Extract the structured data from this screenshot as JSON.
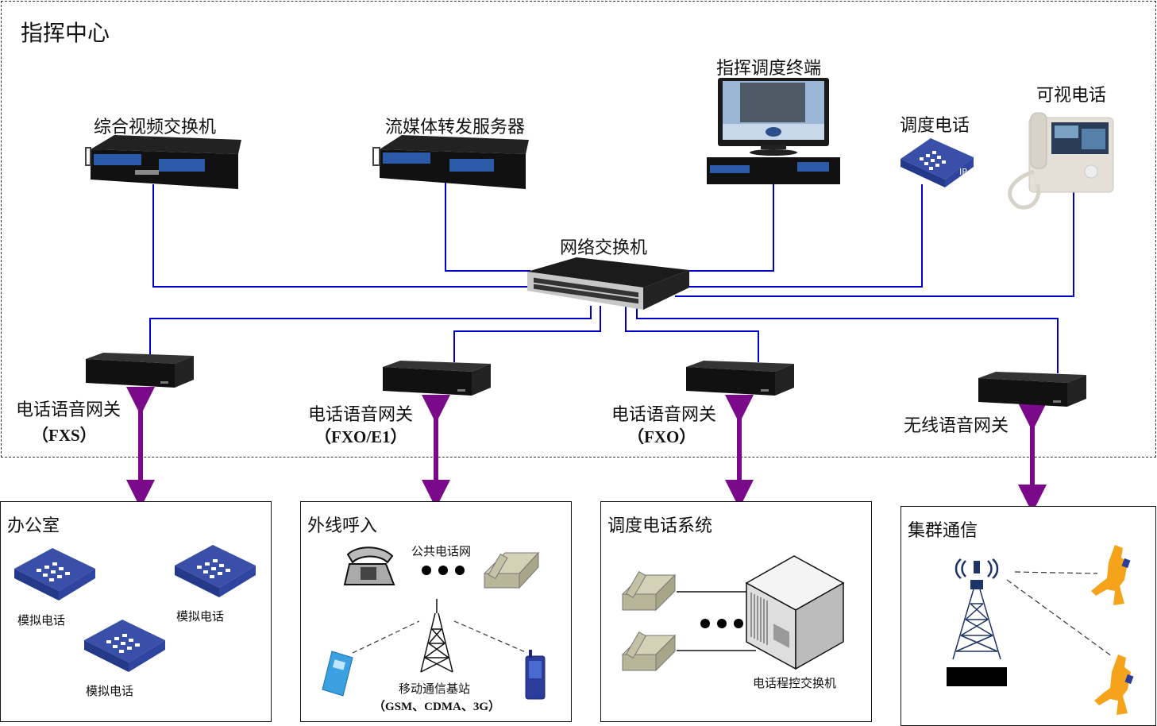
{
  "command_center": {
    "title": "指挥中心",
    "devices": {
      "video_switch": "综合视频交换机",
      "media_server": "流媒体转发服务器",
      "dispatch_terminal": "指挥调度终端",
      "dispatch_phone": "调度电话",
      "video_phone": "可视电话",
      "network_switch": "网络交换机"
    },
    "dispatch_phone_badge": "IP",
    "gateways": [
      {
        "name": "电话语音网关",
        "type": "（FXS）"
      },
      {
        "name": "电话语音网关",
        "type": "（FXO/E1）"
      },
      {
        "name": "电话语音网关",
        "type": "（FXO）"
      },
      {
        "name": "无线语音网关",
        "type": ""
      }
    ]
  },
  "zones": {
    "office": {
      "title": "办公室",
      "phones": [
        "模拟电话",
        "模拟电话",
        "模拟电话"
      ]
    },
    "external": {
      "title": "外线呼入",
      "pstn_label": "公共电话网",
      "base_station_label": "移动通信基站",
      "base_station_standards": "（GSM、CDMA、3G）"
    },
    "dispatch_system": {
      "title": "调度电话系统",
      "pbx_label": "电话程控交换机"
    },
    "trunking": {
      "title": "集群通信"
    }
  },
  "colors": {
    "wire": "#0000cc",
    "arrow": "#7b0a8a",
    "phone_blue": "#3a50a8",
    "runner": "#f5a31a",
    "beige_phone": "#c9c6a8"
  }
}
